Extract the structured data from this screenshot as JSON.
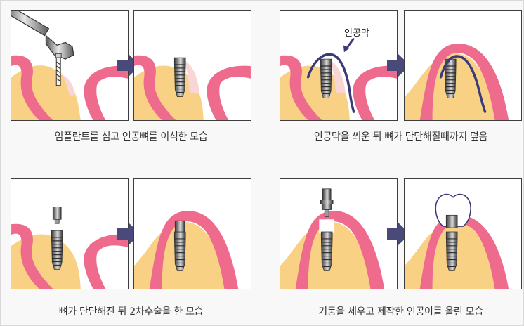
{
  "colors": {
    "gum": "#ef6b8d",
    "bone": "#f9d184",
    "graft": "#f9d6d6",
    "implant_dark": "#4a4a4a",
    "implant_light": "#bdbdbd",
    "membrane": "#3b3a7a",
    "arrow": "#4a4a7a",
    "frame": "#3d3d3d"
  },
  "steps": [
    {
      "caption": "임플란트를 심고 인공뼈를 이식한 모습"
    },
    {
      "caption": "인공막을 씌운 뒤 뼈가 단단해질때까지 덮음",
      "label": "인공막"
    },
    {
      "caption": "뼈가 단단해진 뒤 2차수술을 한 모습"
    },
    {
      "caption": "기둥을 세우고 제작한 인공이를 올린 모습"
    }
  ],
  "icons": {
    "drill": "dental-drill-icon",
    "arrow": "right-arrow-icon",
    "crown": "tooth-crown-icon"
  }
}
